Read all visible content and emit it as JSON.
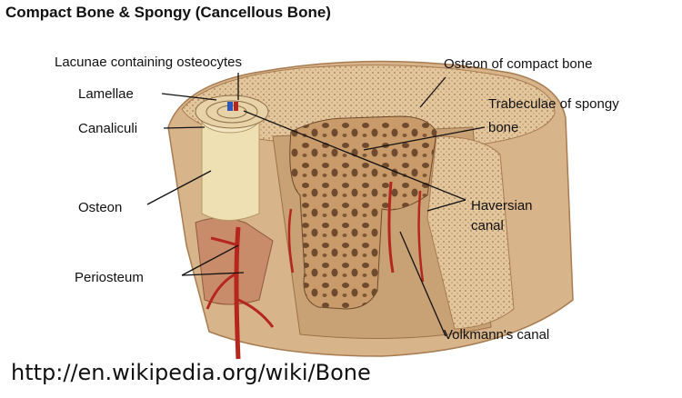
{
  "title": "Compact Bone & Spongy (Cancellous Bone)",
  "labels": {
    "lacunae": "Lacunae containing osteocytes",
    "lamellae": "Lamellae",
    "canaliculi": "Canaliculi",
    "osteon": "Osteon",
    "periosteum": "Periosteum",
    "osteon_compact": "Osteon of compact bone",
    "trabeculae_line1": "Trabeculae of spongy",
    "trabeculae_line2": "bone",
    "haversian_line1": "Haversian",
    "haversian_line2": "canal",
    "volkmann": "Volkmann's canal"
  },
  "source_url": "http://en.wikipedia.org/wiki/Bone",
  "colors": {
    "bone_outer": "#d8b48a",
    "bone_top": "#e7cfa8",
    "bone_shadow": "#b88a5e",
    "spongy": "#c99b6a",
    "spongy_hole": "#6e4b2e",
    "vessel_red": "#b5261e",
    "vessel_blue": "#2d57b8",
    "osteon_cyl": "#efe0b4"
  }
}
